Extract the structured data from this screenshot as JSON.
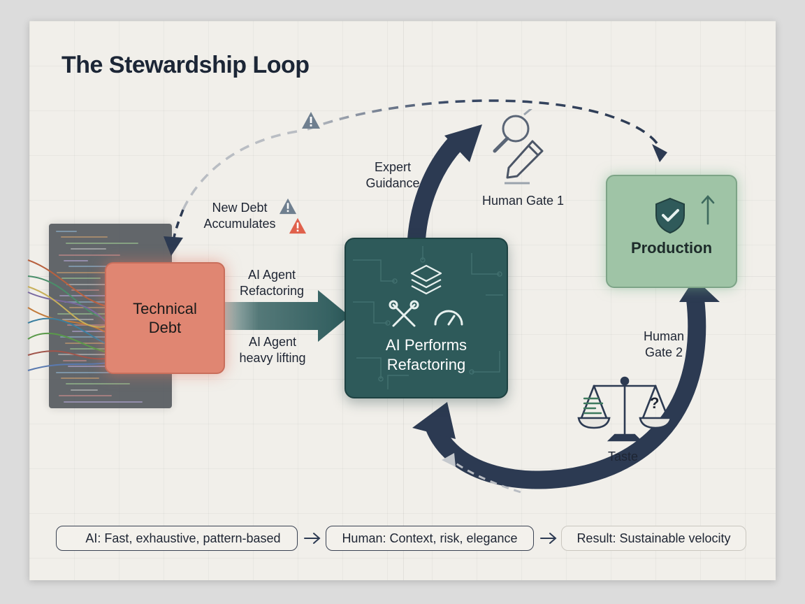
{
  "title": "The Stewardship Loop",
  "nodes": {
    "technical_debt": "Technical\nDebt",
    "ai_performs": "AI Performs\nRefactoring",
    "production": "Production"
  },
  "labels": {
    "ai_agent_refactoring": "AI Agent\nRefactoring",
    "ai_agent_heavy": "AI Agent\nheavy lifting",
    "expert_guidance": "Expert\nGuidance",
    "human_gate_1": "Human Gate 1",
    "human_gate_2": "Human\nGate 2",
    "new_debt": "New Debt\nAccumulates",
    "taste": "Taste"
  },
  "footer": {
    "ai": "AI: Fast, exhaustive, pattern-based",
    "human": "Human: Context, risk, elegance",
    "result": "Result: Sustainable velocity"
  },
  "icons": [
    "warning-icon",
    "magnifier-icon",
    "pencil-icon",
    "layers-icon",
    "wrench-icon",
    "gauge-icon",
    "shield-check-icon",
    "arrow-up-icon",
    "scale-icon"
  ],
  "colors": {
    "debt": "#e08672",
    "ai": "#2e5a5a",
    "production": "#9fc4a6",
    "arrow_dark": "#2c3a52",
    "arrow_teal": "#2d5b5c",
    "warning_red": "#e0614c",
    "warning_gray": "#6f7f8f"
  }
}
